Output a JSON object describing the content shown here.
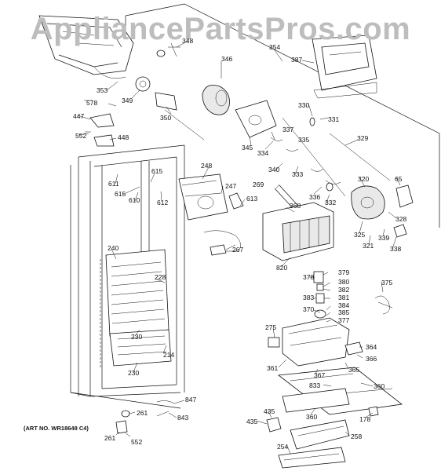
{
  "watermark": "AppliancePartsPros.com",
  "art_number": "(ART NO. WR18648 C4)",
  "callouts": [
    "348",
    "346",
    "354",
    "387",
    "353",
    "349",
    "578",
    "350",
    "447",
    "552",
    "448",
    "330",
    "331",
    "345",
    "337",
    "334",
    "335",
    "329",
    "340",
    "333",
    "248",
    "611",
    "615",
    "615",
    "610",
    "612",
    "247",
    "613",
    "269",
    "336",
    "332",
    "320",
    "65",
    "328",
    "368",
    "325",
    "339",
    "321",
    "338",
    "267",
    "820",
    "240",
    "379",
    "378",
    "380",
    "382",
    "228",
    "381",
    "375",
    "383",
    "384",
    "385",
    "370",
    "377",
    "275",
    "230",
    "214",
    "364",
    "366",
    "361",
    "365",
    "367",
    "833",
    "360",
    "230",
    "847",
    "261",
    "843",
    "435",
    "360",
    "178",
    "435",
    "258",
    "261",
    "552",
    "254"
  ]
}
